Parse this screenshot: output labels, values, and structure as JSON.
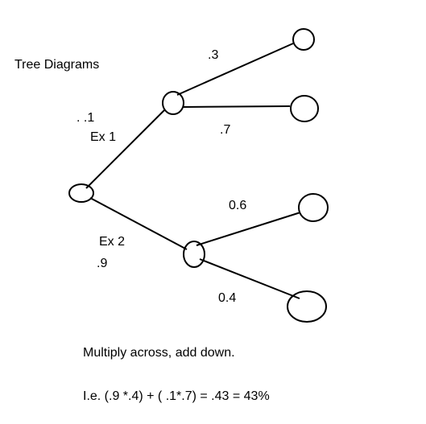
{
  "title": "Tree Diagrams",
  "probabilities": {
    "first_upper": ". .1",
    "first_lower": ".9",
    "upper_upper": ".3",
    "upper_lower": ".7",
    "lower_upper": "0.6",
    "lower_lower": "0.4"
  },
  "examples": {
    "ex1": "Ex 1",
    "ex2": "Ex 2"
  },
  "instructions": "Multiply across, add down.",
  "formula": "I.e. (.9 *.4) + ( .1*.7) = .43 = 43%",
  "colors": {
    "ink": "#000000",
    "background": "#ffffff"
  }
}
